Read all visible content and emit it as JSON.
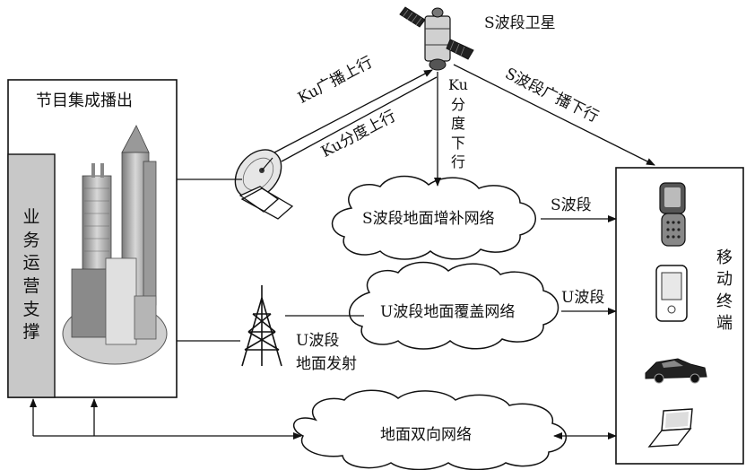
{
  "satellite": {
    "label": "S波段卫星"
  },
  "broadcast_center": {
    "title": "节目集成播出"
  },
  "ops_support": {
    "label": "业务运营支撑",
    "chars": [
      "业",
      "务",
      "运",
      "营",
      "支",
      "撑"
    ]
  },
  "uplinks": {
    "ku_broadcast": "Ku广播上行",
    "ku_distribution": "Ku分度上行"
  },
  "downlinks": {
    "ku_distribution_down": [
      "Ku",
      "分",
      "度",
      "下",
      "行"
    ],
    "s_broadcast_down": "S波段广播下行"
  },
  "networks": {
    "s_band_terrestrial": "S波段地面增补网络",
    "u_band_terrestrial": "U波段地面覆盖网络",
    "ground_bidirectional": "地面双向网络"
  },
  "links": {
    "s_band": "S波段",
    "u_band": "U波段",
    "u_band_transmit": [
      "U波段",
      "地面发射"
    ]
  },
  "terminals": {
    "label": "移动终端",
    "chars": [
      "移",
      "动",
      "终",
      "端"
    ]
  },
  "colors": {
    "line": "#111111",
    "gray_fill": "#c8c8c8"
  }
}
